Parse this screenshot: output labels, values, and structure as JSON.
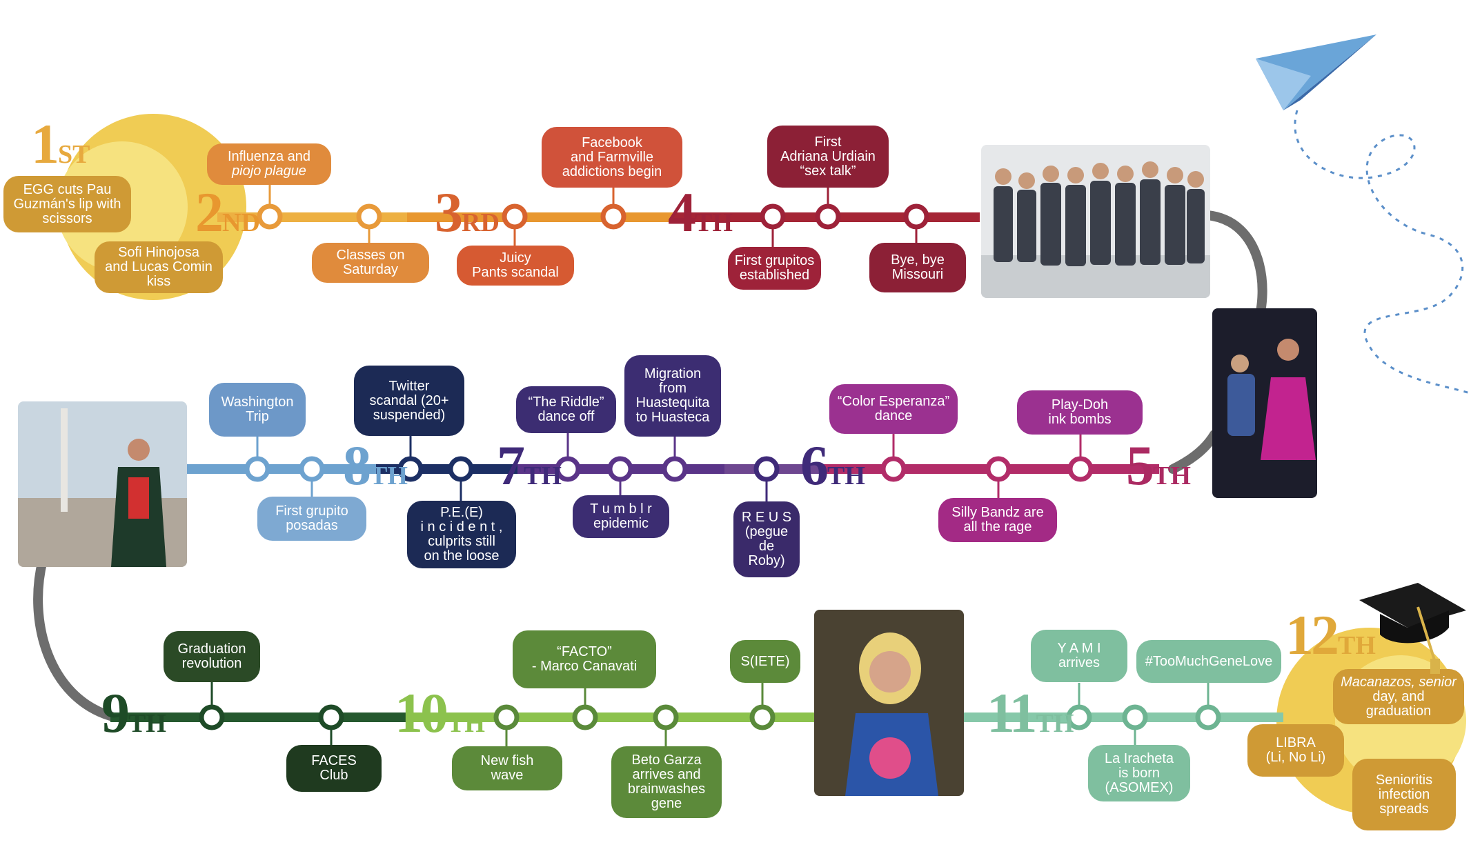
{
  "colors": {
    "grade1": "#e7a93e",
    "grade2": "#e8972f",
    "grade3": "#d8632f",
    "grade4": "#9e2239",
    "grade5": "#ab2a62",
    "grade6": "#712a84",
    "grade7": "#3f2a79",
    "grade8": "#1c2f64",
    "grade9": "#1e4b27",
    "grade10": "#5a8a3a",
    "grade11": "#7fbf9f",
    "grade12": "#f0c84a",
    "connector": "#6d6d6d",
    "plane": "#4a84c9"
  },
  "icons": [
    "paper-plane-icon",
    "graduation-cap-icon"
  ],
  "photos": [
    "group-photo-boys",
    "photo-dancing-girl",
    "photo-washington-trip",
    "photo-crowned-boy"
  ],
  "grades": [
    {
      "id": "1",
      "num": "1",
      "suffix": "ST"
    },
    {
      "id": "2",
      "num": "2",
      "suffix": "ND"
    },
    {
      "id": "3",
      "num": "3",
      "suffix": "RD"
    },
    {
      "id": "4",
      "num": "4",
      "suffix": "TH"
    },
    {
      "id": "5",
      "num": "5",
      "suffix": "TH"
    },
    {
      "id": "6",
      "num": "6",
      "suffix": "TH"
    },
    {
      "id": "7",
      "num": "7",
      "suffix": "TH"
    },
    {
      "id": "8",
      "num": "8",
      "suffix": "TH"
    },
    {
      "id": "9",
      "num": "9",
      "suffix": "TH"
    },
    {
      "id": "10",
      "num": "10",
      "suffix": "TH"
    },
    {
      "id": "11",
      "num": "11",
      "suffix": "TH"
    },
    {
      "id": "12",
      "num": "12",
      "suffix": "TH"
    }
  ],
  "events": [
    {
      "id": "egg-cuts",
      "lines": [
        "EGG cuts Pau",
        "Guzmán's lip with",
        "scissors"
      ]
    },
    {
      "id": "sofi-hinojosa",
      "lines": [
        "Sofi Hinojosa",
        "and   Lucas  Comin",
        "kiss"
      ]
    },
    {
      "id": "influenza",
      "lines": [
        "Influenza    and",
        "piojo plague"
      ]
    },
    {
      "id": "classes-saturday",
      "lines": [
        "Classes on",
        "Saturday"
      ]
    },
    {
      "id": "juicy-pants",
      "lines": [
        "Juicy",
        "Pants scandal"
      ]
    },
    {
      "id": "facebook-farmville",
      "lines": [
        "Facebook",
        "and Farmville",
        "addictions begin"
      ]
    },
    {
      "id": "first-grupitos",
      "lines": [
        "First grupitos",
        "established"
      ]
    },
    {
      "id": "sex-talk",
      "lines": [
        "First",
        "Adriana  Urdiain",
        "“sex talk”"
      ]
    },
    {
      "id": "bye-missouri",
      "lines": [
        "Bye, bye",
        "Missouri"
      ]
    },
    {
      "id": "washington-trip",
      "lines": [
        "Washington",
        "Trip"
      ]
    },
    {
      "id": "first-grupito-posadas",
      "lines": [
        "First   grupito",
        "posadas"
      ]
    },
    {
      "id": "twitter-scandal",
      "lines": [
        "Twitter",
        "scandal   (20+",
        "suspended)"
      ]
    },
    {
      "id": "pee-incident",
      "lines": [
        "P.E.(E)",
        "i n c i d e n t ,",
        "culprits     still",
        "on the loose"
      ]
    },
    {
      "id": "the-riddle",
      "lines": [
        "“The   Riddle”",
        "dance off"
      ]
    },
    {
      "id": "tumblr",
      "lines": [
        "T u m b l r",
        "epidemic"
      ]
    },
    {
      "id": "migration",
      "lines": [
        "Migration",
        "from",
        "Huastequita",
        "to Huasteca"
      ]
    },
    {
      "id": "reus",
      "lines": [
        "R E U S",
        "(pegue",
        "de",
        "Roby)"
      ]
    },
    {
      "id": "color-esperanza",
      "lines": [
        "“Color  Esperanza”",
        "dance"
      ]
    },
    {
      "id": "silly-bandz",
      "lines": [
        "Silly Bandz are",
        "all the rage"
      ]
    },
    {
      "id": "play-doh",
      "lines": [
        "Play-Doh",
        "ink bombs"
      ]
    },
    {
      "id": "graduation-revolution",
      "lines": [
        "Graduation",
        "revolution"
      ]
    },
    {
      "id": "faces-club",
      "lines": [
        "FACES",
        "Club"
      ]
    },
    {
      "id": "new-fish",
      "lines": [
        "New       fish",
        "wave"
      ]
    },
    {
      "id": "facto",
      "lines": [
        "“FACTO”",
        "- Marco Canavati"
      ]
    },
    {
      "id": "beto-garza",
      "lines": [
        "Beto     Garza",
        "arrives      and",
        "brainwashes",
        "gene"
      ]
    },
    {
      "id": "s-iete",
      "lines": [
        "S(IETE)"
      ]
    },
    {
      "id": "yami",
      "lines": [
        "Y   A   M   I",
        "arrives"
      ]
    },
    {
      "id": "la-iracheta",
      "lines": [
        "La Iracheta",
        "is            born",
        "(ASOMEX)"
      ]
    },
    {
      "id": "too-much-gene-love",
      "lines": [
        "#TooMuchGeneLove"
      ]
    },
    {
      "id": "macanazos",
      "lines": [
        "Macanazos,  senior",
        "day, and",
        "graduation"
      ]
    },
    {
      "id": "libra",
      "lines": [
        "LIBRA",
        "(Li, No Li)"
      ]
    },
    {
      "id": "senioritis",
      "lines": [
        "Senioritis",
        "infection",
        "spreads"
      ]
    }
  ]
}
